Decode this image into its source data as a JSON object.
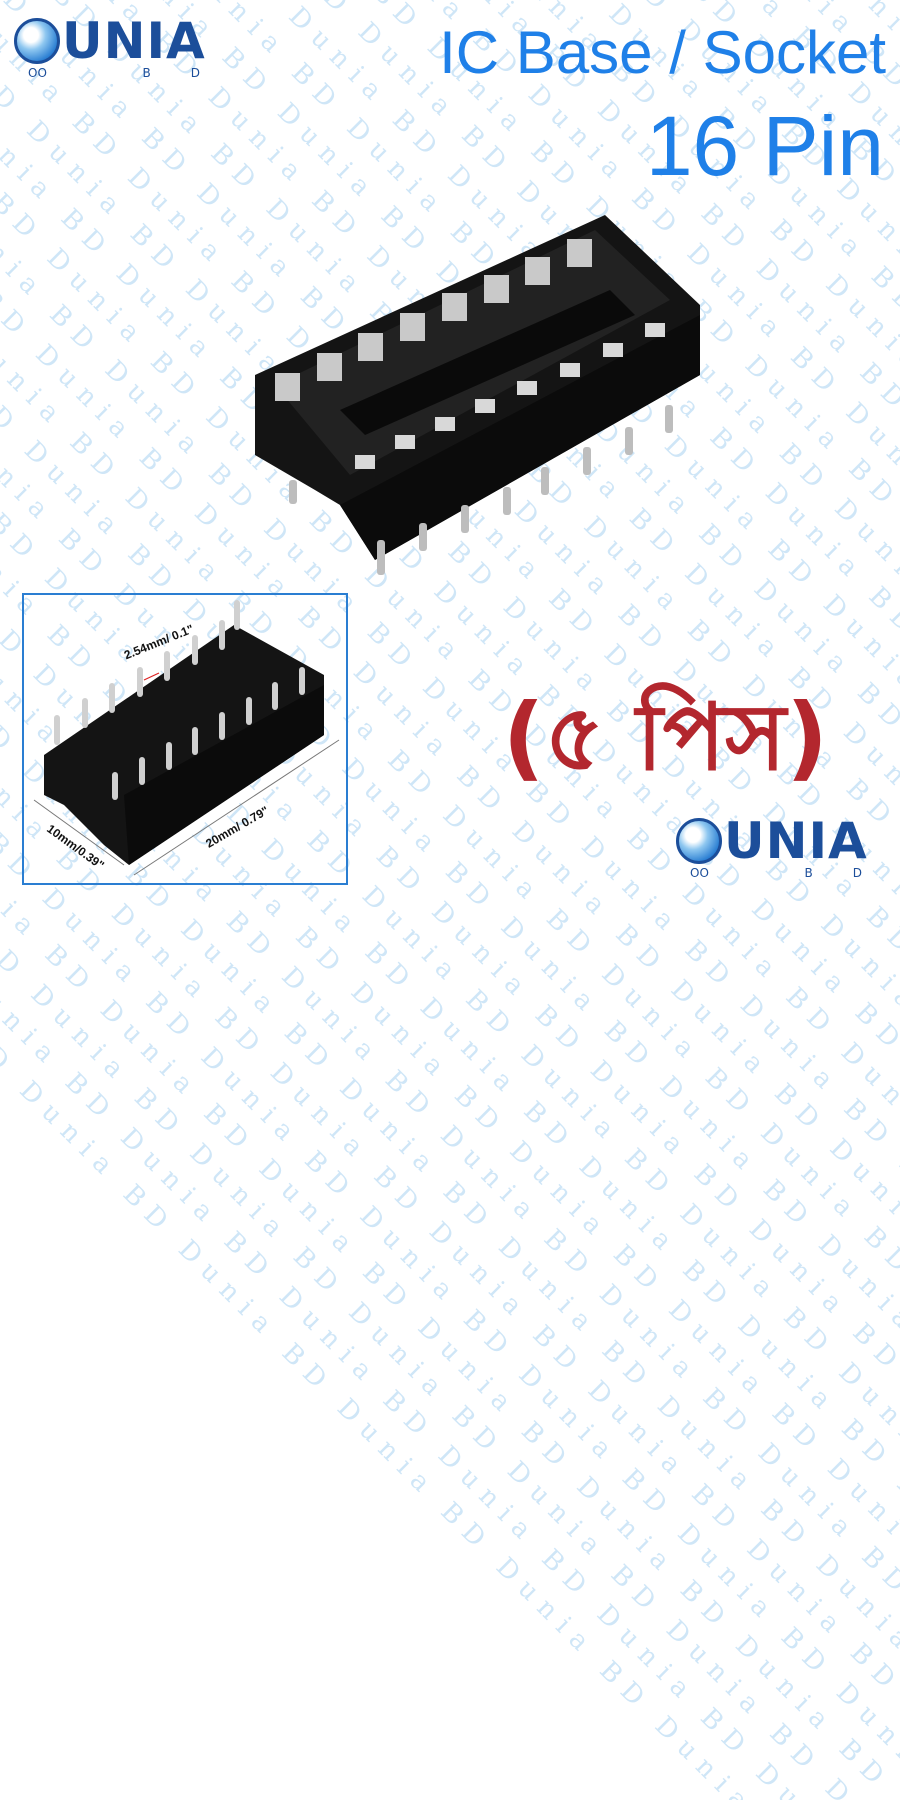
{
  "brand": {
    "logo_word": "UNIA",
    "logo_initial": "D",
    "logo_sub": [
      "O",
      "O",
      "B",
      "D"
    ],
    "color_primary": "#1c4e9a"
  },
  "title": {
    "line1": "IC Base / Socket",
    "line2": "16 Pin",
    "color": "#1f80e8"
  },
  "quantity": {
    "label": "(৫ পিস)",
    "color": "#b3272e"
  },
  "product": {
    "main_image": "16-pin-dip-ic-socket",
    "pin_marking": "16"
  },
  "inset": {
    "pitch_label": "2.54mm/ 0.1\"",
    "length_label": "20mm/ 0.79\"",
    "width_label": "10mm/0.39\"",
    "border_color": "#2a7ed2"
  },
  "watermark": {
    "text": "Dunia BD",
    "color": "#cfe6f7"
  }
}
